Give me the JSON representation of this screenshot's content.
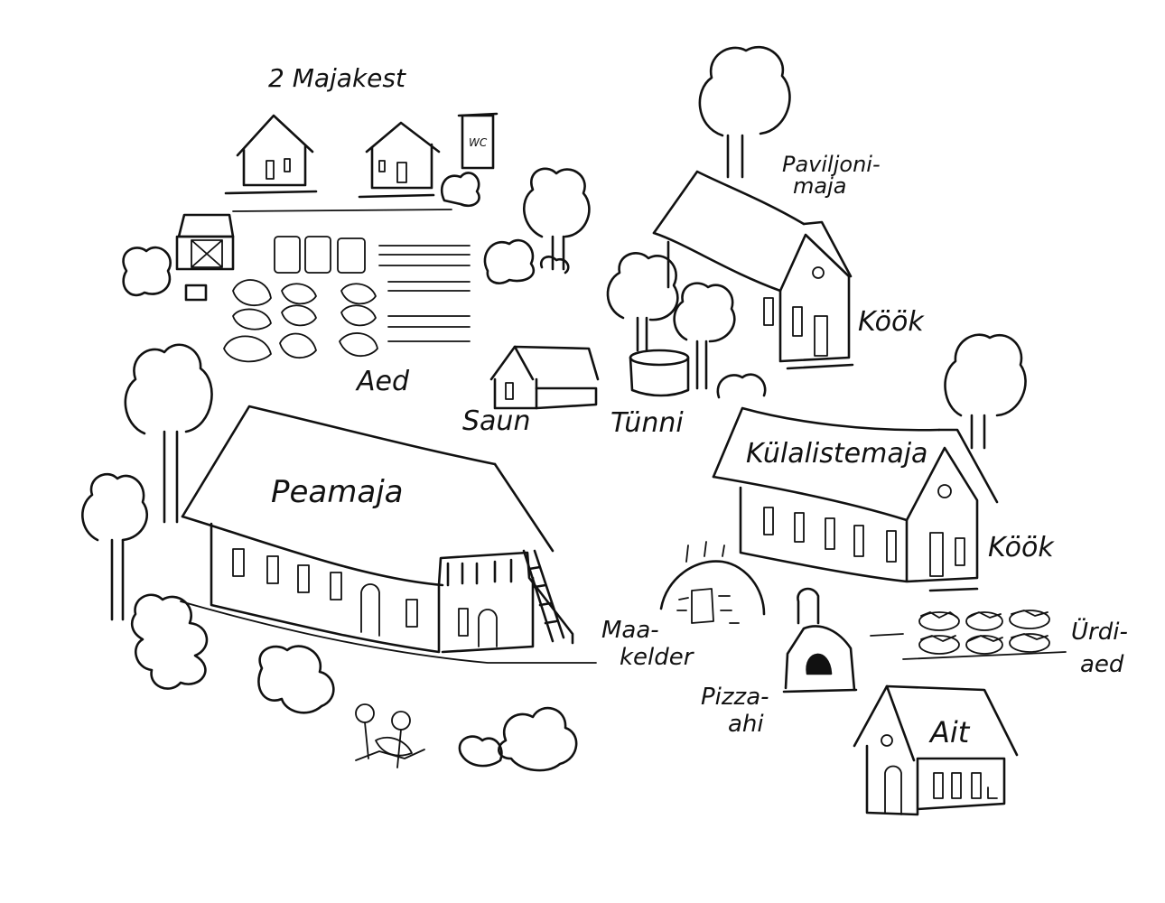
{
  "labels": {
    "majakesed": "2 Majakest",
    "aed": "Aed",
    "saun": "Saun",
    "tunni": "Tünni",
    "pavilion_line1": "Paviljoni-",
    "pavilion_line2": "maja",
    "kook_pavilion": "Köök",
    "kulalistemaja": "Külalistemaja",
    "kook_guest": "Köök",
    "peamaja": "Peamaja",
    "maakelder_line1": "Maa-",
    "maakelder_line2": "kelder",
    "pizza_line1": "Pizza-",
    "pizza_line2": "ahi",
    "urdiaed_line1": "Ürdi-",
    "urdiaed_line2": "aed",
    "ait": "Ait",
    "wc": "WC"
  }
}
